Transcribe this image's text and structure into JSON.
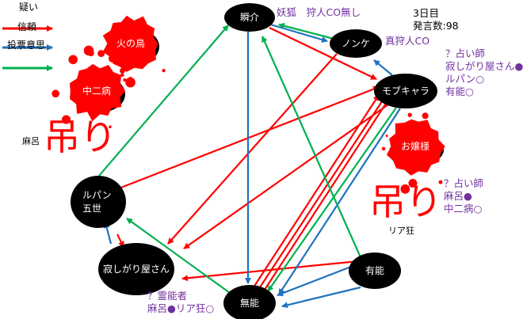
{
  "legend": [
    {
      "label": "疑い",
      "color": "#ff0000"
    },
    {
      "label": "信頼",
      "color": "#1e73be"
    },
    {
      "label": "投票意思",
      "color": "#00b050"
    }
  ],
  "status": {
    "day": "3日目",
    "count": "発言数:98"
  },
  "nodes": {
    "shunsuke": {
      "label": "瞬介",
      "dead": false
    },
    "nonke": {
      "label": "ノンケ",
      "dead": false
    },
    "mob": {
      "label": "モブキャラ",
      "dead": false
    },
    "lupin": {
      "label": "ルパン\n五世",
      "dead": false
    },
    "lonely": {
      "label": "寂しがり屋さん",
      "dead": false
    },
    "yuunou": {
      "label": "有能",
      "dead": false
    },
    "munou": {
      "label": "無能",
      "dead": false
    },
    "hinotori": {
      "label": "火の鳥",
      "dead": true
    },
    "chuni": {
      "label": "中二病",
      "dead": true
    },
    "ojou": {
      "label": "お嬢様",
      "dead": true
    }
  },
  "notes": {
    "shunsuke": "妖狐　狩人CO無し",
    "nonke": "真狩人CO",
    "mob": [
      "？占い師",
      "寂しがり屋さん●",
      "ルパン○",
      "有能○"
    ],
    "ria": [
      "？占い師",
      "麻呂●",
      "中二病○"
    ],
    "lonely": [
      "？霊能者",
      "麻呂●リア狂○"
    ]
  },
  "hanged": [
    {
      "mark": "吊り",
      "name": "麻呂"
    },
    {
      "mark": "吊り",
      "name": "リア狂"
    }
  ],
  "edges": [
    {
      "type": "doubt",
      "from": "shunsuke",
      "to": "mob"
    },
    {
      "type": "doubt",
      "from": "nonke",
      "to": "lonely"
    },
    {
      "type": "doubt",
      "from": "lupin",
      "to": "mob"
    },
    {
      "type": "doubt",
      "from": "mob",
      "to": "lonely"
    },
    {
      "type": "doubt",
      "from": "munou",
      "to": "mob"
    },
    {
      "type": "doubt",
      "from": "munou",
      "to": "mob"
    },
    {
      "type": "doubt",
      "from": "munou",
      "to": "mob"
    },
    {
      "type": "doubt",
      "from": "lupin",
      "to": "lonely"
    },
    {
      "type": "doubt",
      "from": "yuunou",
      "to": "lonely"
    },
    {
      "type": "trust",
      "from": "shunsuke",
      "to": "nonke"
    },
    {
      "type": "trust",
      "from": "shunsuke",
      "to": "munou"
    },
    {
      "type": "trust",
      "from": "mob",
      "to": "nonke"
    },
    {
      "type": "trust",
      "from": "mob",
      "to": "munou"
    },
    {
      "type": "trust",
      "from": "lonely",
      "to": "lupin"
    },
    {
      "type": "trust",
      "from": "yuunou",
      "to": "munou"
    },
    {
      "type": "trust",
      "from": "yuunou",
      "to": "munou"
    },
    {
      "type": "vote",
      "from": "lupin",
      "to": "shunsuke"
    },
    {
      "type": "vote",
      "from": "nonke",
      "to": "shunsuke"
    },
    {
      "type": "vote",
      "from": "yuunou",
      "to": "shunsuke"
    },
    {
      "type": "vote",
      "from": "mob",
      "to": "munou"
    },
    {
      "type": "vote",
      "from": "munou",
      "to": "lupin"
    }
  ],
  "colors": {
    "doubt": "#ff0000",
    "trust": "#1e73be",
    "vote": "#00b050",
    "note": "#7030a0"
  }
}
